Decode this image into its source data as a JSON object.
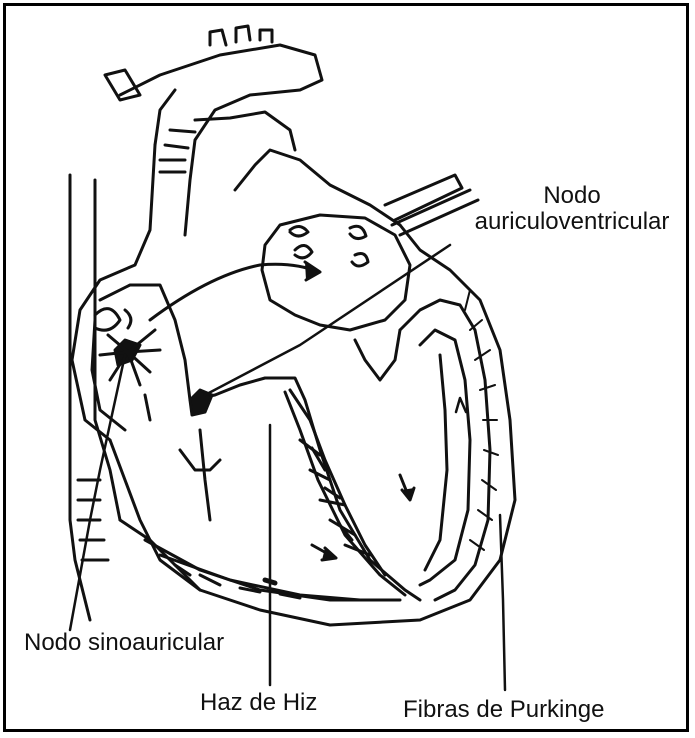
{
  "labels": {
    "av_node_line1": "Nodo",
    "av_node_line2": "auriculoventricular",
    "sa_node": "Nodo sinoauricular",
    "his_bundle": "Haz de Hiz",
    "purkinje_fibers": "Fibras de Purkinge"
  },
  "colors": {
    "ink": "#111111",
    "background": "#ffffff"
  }
}
